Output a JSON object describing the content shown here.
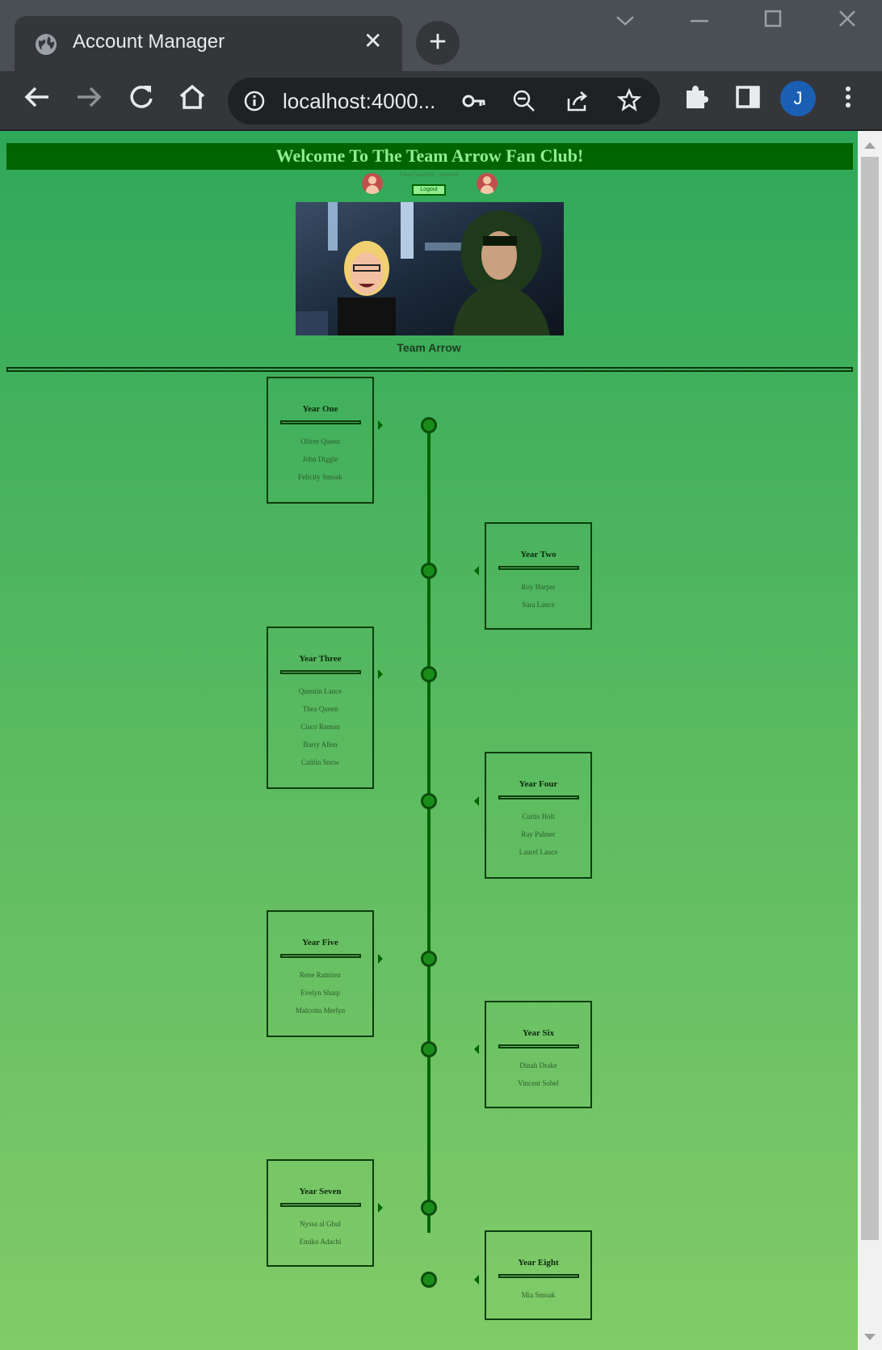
{
  "browser": {
    "tab_title": "Account Manager",
    "tab_close": "✕",
    "new_tab": "+",
    "url": "localhost:4000...",
    "profile_initial": "J"
  },
  "page": {
    "banner": "Welcome To The Team Arrow Fan Club!",
    "user_text": "Chad Galactica · member",
    "logout_label": "Logout",
    "hero_caption": "Team Arrow"
  },
  "timeline": [
    {
      "title": "Year One",
      "members": [
        "Oliver Queen",
        "John Diggle",
        "Felicity Smoak"
      ]
    },
    {
      "title": "Year Two",
      "members": [
        "Roy Harper",
        "Sara Lance"
      ]
    },
    {
      "title": "Year Three",
      "members": [
        "Quentin Lance",
        "Thea Queen",
        "Cisco Ramon",
        "Barry Allen",
        "Caitlin Snow"
      ]
    },
    {
      "title": "Year Four",
      "members": [
        "Curtis Holt",
        "Ray Palmer",
        "Laurel Lance"
      ]
    },
    {
      "title": "Year Five",
      "members": [
        "Rene Ramirez",
        "Evelyn Sharp",
        "Malcolm Merlyn"
      ]
    },
    {
      "title": "Year Six",
      "members": [
        "Dinah Drake",
        "Vincent Sobel"
      ]
    },
    {
      "title": "Year Seven",
      "members": [
        "Nyssa al Ghul",
        "Emiko Adachi"
      ]
    },
    {
      "title": "Year Eight",
      "members": [
        "Mia Smoak"
      ]
    }
  ]
}
